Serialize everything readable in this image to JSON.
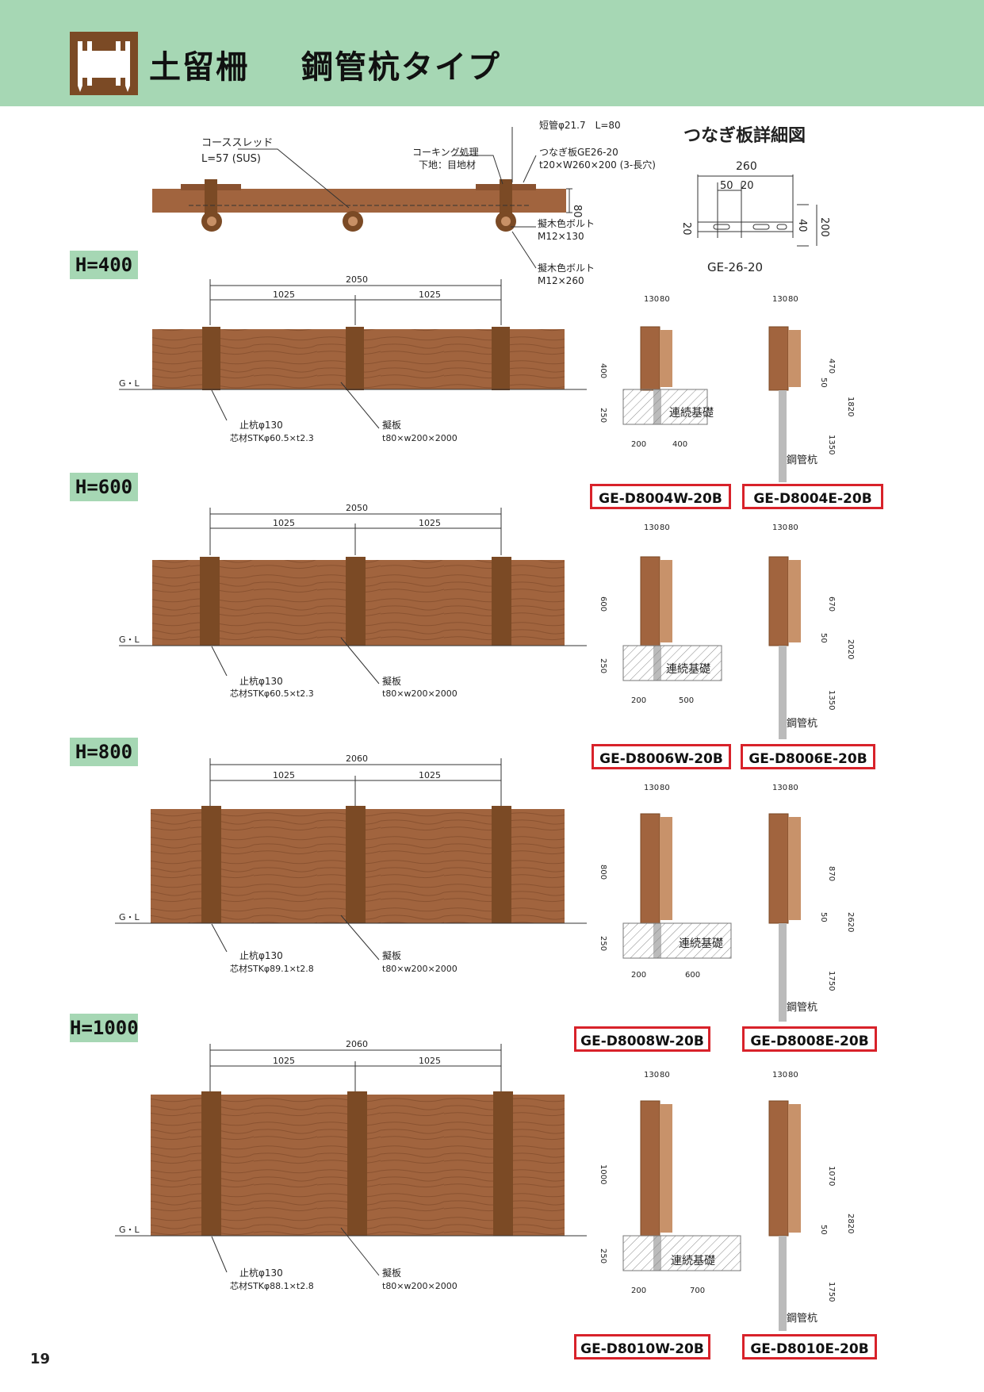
{
  "header": {
    "title": "土留柵",
    "subtitle": "鋼管杭タイプ"
  },
  "top_diagram": {
    "labels": {
      "coarse_thread": "コーススレッド",
      "coarse_thread_len": "L=57 (SUS)",
      "caulking": "コーキング処理",
      "caulking_base": "下地：目地材",
      "short_pipe": "短管φ21.7　L=80",
      "joint_plate": "つなぎ板GE26-20",
      "joint_plate_size": "t20×W260×200 (3-長穴)",
      "bolt1": "擬木色ボルト",
      "bolt1_size": "M12×130",
      "bolt2": "擬木色ボルト",
      "bolt2_size": "M12×260",
      "dim_80": "80"
    }
  },
  "joint_detail": {
    "title": "つなぎ板詳細図",
    "w": "260",
    "d1": "50",
    "d2": "20",
    "h1": "20",
    "h2": "40",
    "h3": "200",
    "code": "GE-26-20"
  },
  "common": {
    "total": "2050",
    "total_alt": "2060",
    "half": "1025",
    "gl": "G・L",
    "post_w": "130",
    "post_d": "80",
    "foundation": "連続基礎",
    "steel_pile": "鋼管杭",
    "embed": "250",
    "base_w": "200",
    "gap": "20",
    "gap50": "50",
    "stop_pile": "止杭φ130",
    "board": "擬板",
    "board_size": "t80×w200×2000",
    "stk_a": "芯材STKφ60.5×t2.3",
    "stk_b": "芯材STKφ89.1×t2.8",
    "stk_c": "芯材STKφ88.1×t2.8"
  },
  "sections": [
    {
      "height_label": "H=400",
      "h": "400",
      "found_w": "400",
      "post_h": "470",
      "pile_len": "1350",
      "total_h": "1820",
      "code_w": "GE-D8004W-20B",
      "code_e": "GE-D8004E-20B"
    },
    {
      "height_label": "H=600",
      "h": "600",
      "found_w": "500",
      "post_h": "670",
      "pile_len": "1350",
      "total_h": "2020",
      "code_w": "GE-D8006W-20B",
      "code_e": "GE-D8006E-20B"
    },
    {
      "height_label": "H=800",
      "h": "800",
      "found_w": "600",
      "post_h": "870",
      "pile_len": "1750",
      "total_h": "2620",
      "code_w": "GE-D8008W-20B",
      "code_e": "GE-D8008E-20B"
    },
    {
      "height_label": "H=1000",
      "h": "1000",
      "found_w": "700",
      "post_h": "1070",
      "pile_len": "1750",
      "total_h": "2820",
      "code_w": "GE-D8010W-20B",
      "code_e": "GE-D8010E-20B"
    }
  ],
  "page_number": "19",
  "colors": {
    "header_bg": "#a6d7b4",
    "wood": "#a1643e",
    "wood_dark": "#7b4a25",
    "code_border": "#d8222a"
  }
}
